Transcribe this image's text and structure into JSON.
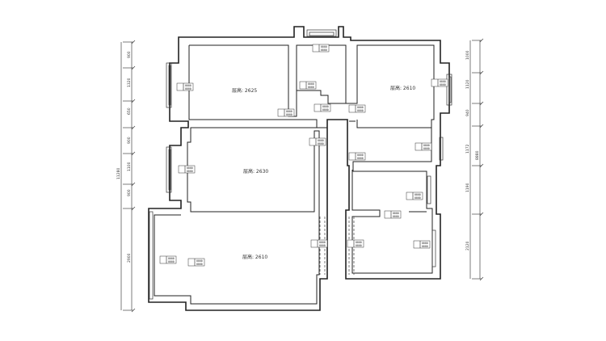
{
  "rooms": [
    {
      "id": "room-top-left",
      "label": "层高: 2625"
    },
    {
      "id": "room-top-right",
      "label": "层高: 2610"
    },
    {
      "id": "room-middle-left",
      "label": "层高: 2630"
    },
    {
      "id": "room-bottom-left",
      "label": "层高: 2610"
    }
  ],
  "dimensions": {
    "left": [
      "900",
      "1320",
      "650",
      "900",
      "1100",
      "900",
      "2900"
    ],
    "left_total": "11280",
    "right": [
      "1000",
      "1120",
      "940",
      "1172",
      "1190",
      "2120"
    ],
    "right_total": "8880"
  },
  "tag_lines": {
    "a": "0000",
    "b": "0000"
  }
}
